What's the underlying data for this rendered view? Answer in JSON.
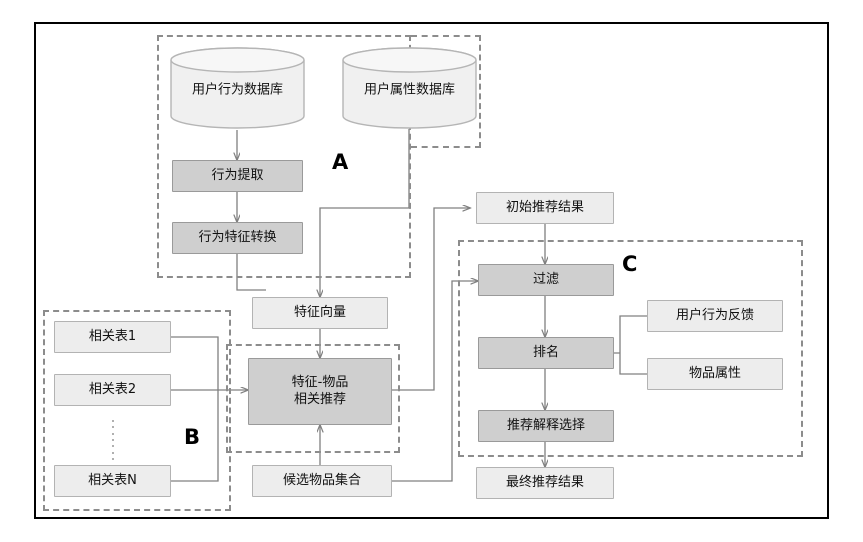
{
  "diagram": {
    "title": "Recommendation system architecture flowchart",
    "colors": {
      "frame_border": "#000000",
      "node_light_fill": "#ededed",
      "node_dark_fill": "#cfcfcf",
      "node_border": "#a6a6a6",
      "group_dash": "#8c8c8c",
      "connector": "#808080"
    },
    "groups": [
      {
        "id": "A",
        "label": "A"
      },
      {
        "id": "B",
        "label": "B"
      },
      {
        "id": "C",
        "label": "C"
      },
      {
        "id": "core",
        "label": ""
      }
    ],
    "databases": [
      {
        "id": "db-user-behavior",
        "label": "用户行为数据库"
      },
      {
        "id": "db-user-attribute",
        "label": "用户属性数据库"
      }
    ],
    "nodes": [
      {
        "id": "behavior-extraction",
        "label": "行为提取",
        "style": "dark"
      },
      {
        "id": "behavior-feature-transform",
        "label": "行为特征转换",
        "style": "dark"
      },
      {
        "id": "feature-vector",
        "label": "特征向量",
        "style": "light"
      },
      {
        "id": "relation-table-1",
        "label": "相关表1",
        "style": "light"
      },
      {
        "id": "relation-table-2",
        "label": "相关表2",
        "style": "light"
      },
      {
        "id": "relation-table-n",
        "label": "相关表N",
        "style": "light"
      },
      {
        "id": "feature-item-recommend",
        "label": "特征-物品\n相关推荐",
        "line1": "特征-物品",
        "line2": "相关推荐",
        "style": "dark"
      },
      {
        "id": "candidate-item-set",
        "label": "候选物品集合",
        "style": "light"
      },
      {
        "id": "initial-recommend-result",
        "label": "初始推荐结果",
        "style": "light"
      },
      {
        "id": "filter",
        "label": "过滤",
        "style": "dark"
      },
      {
        "id": "ranking",
        "label": "排名",
        "style": "dark"
      },
      {
        "id": "recommend-explanation-selection",
        "label": "推荐解释选择",
        "style": "dark"
      },
      {
        "id": "final-recommend-result",
        "label": "最终推荐结果",
        "style": "light"
      },
      {
        "id": "user-behavior-feedback",
        "label": "用户行为反馈",
        "style": "light"
      },
      {
        "id": "item-attribute",
        "label": "物品属性",
        "style": "light"
      }
    ]
  }
}
